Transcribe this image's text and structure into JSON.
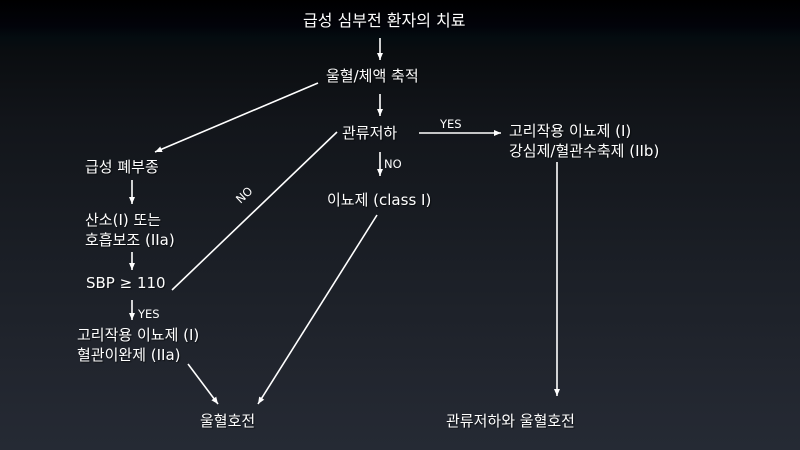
{
  "diagram": {
    "title": "급성 심부전 환자의 치료",
    "nodes": {
      "congestion": "울혈/체액 축적",
      "hypoperfusion": "관류저하",
      "pulmonary_edema": "급성 폐부종",
      "oxygen_line1": "산소(I) 또는",
      "oxygen_line2": "호흡보조 (IIa)",
      "sbp": "SBP ≥ 110",
      "left_tx_line1": "고리작용 이뇨제 (I)",
      "left_tx_line2": "혈관이완제 (IIa)",
      "diuretic": "이뇨제 (class I)",
      "right_tx_line1": "고리작용 이뇨제 (I)",
      "right_tx_line2": "강심제/혈관수축제 (IIb)",
      "congestion_improved": "울혈호전",
      "both_improved": "관류저하와 울혈호전"
    },
    "edge_labels": {
      "hypoperfusion_yes": "YES",
      "hypoperfusion_no": "NO",
      "sbp_yes": "YES",
      "sbp_no": "NO"
    },
    "colors": {
      "text": "#ffffff",
      "arrow": "#ffffff"
    }
  }
}
